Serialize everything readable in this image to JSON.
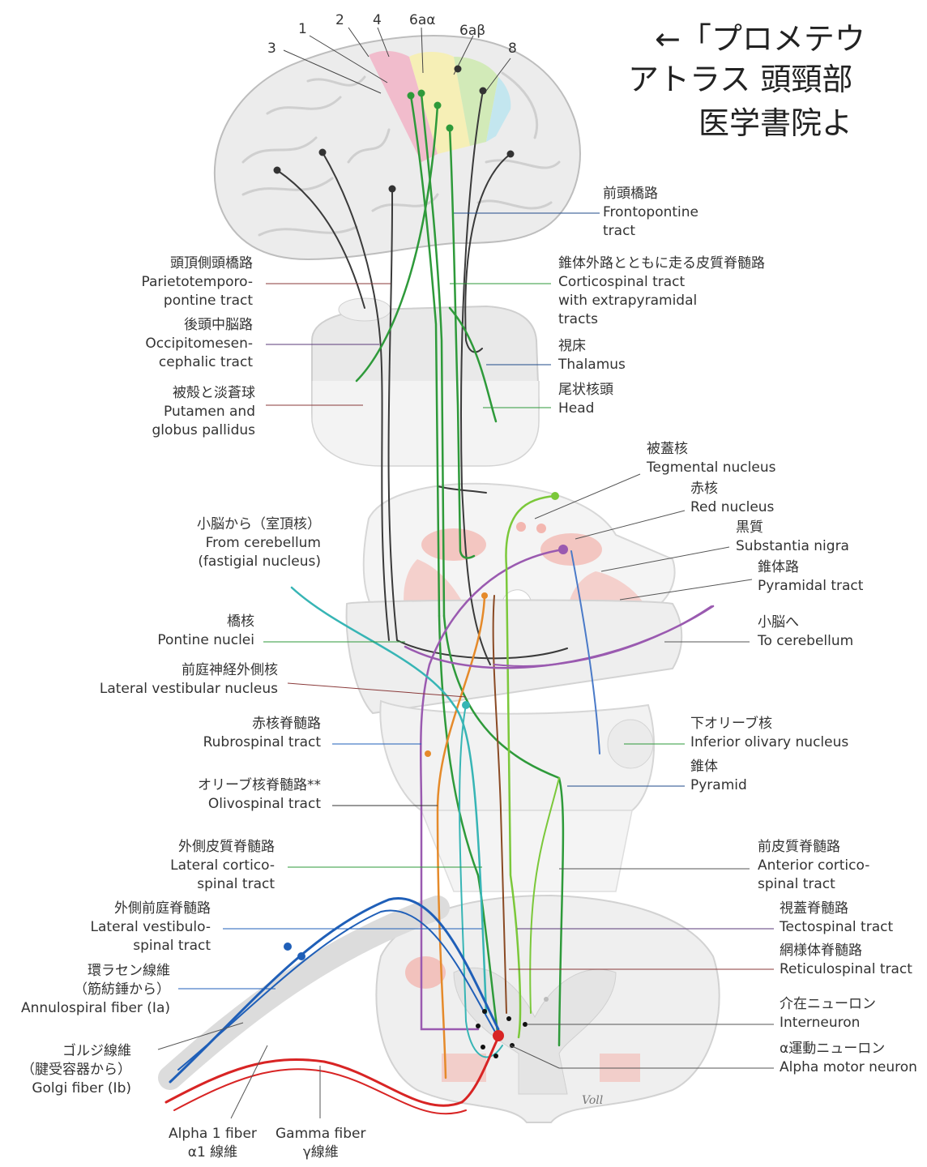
{
  "reference_note": [
    "←「プロメテウ",
    "アトラス 頭頸部",
    "医学書院よ"
  ],
  "area_numbers": [
    "1",
    "2",
    "4",
    "6aα",
    "6aβ",
    "8",
    "3"
  ],
  "labels_left": [
    {
      "id": "parietotemporo",
      "lines": [
        "頭頂側頭橋路",
        "Parietotemporo-",
        "pontine tract"
      ]
    },
    {
      "id": "occipitomesen",
      "lines": [
        "後頭中脳路",
        "Occipitomesen-",
        "cephalic tract"
      ]
    },
    {
      "id": "putamen",
      "lines": [
        "被殻と淡蒼球",
        "Putamen and",
        "globus pallidus"
      ]
    },
    {
      "id": "from-cerebellum",
      "lines": [
        "小脳から（室頂核）",
        "From cerebellum",
        "(fastigial nucleus)"
      ]
    },
    {
      "id": "pontine-nuclei",
      "lines": [
        "橋核",
        "Pontine nuclei"
      ]
    },
    {
      "id": "lateral-vestibular-nucleus",
      "lines": [
        "前庭神経外側核",
        "Lateral vestibular nucleus"
      ]
    },
    {
      "id": "rubrospinal",
      "lines": [
        "赤核脊髄路",
        "Rubrospinal tract"
      ]
    },
    {
      "id": "olivospinal",
      "lines": [
        "オリーブ核脊髄路**",
        "Olivospinal tract"
      ]
    },
    {
      "id": "lateral-corticospinal",
      "lines": [
        "外側皮質脊髄路",
        "Lateral cortico-",
        "spinal tract"
      ]
    },
    {
      "id": "lateral-vestibulospinal",
      "lines": [
        "外側前庭脊髄路",
        "Lateral vestibulo-",
        "spinal tract"
      ]
    },
    {
      "id": "annulospiral",
      "lines": [
        "環ラセン線維",
        "（筋紡錘から）",
        "Annulospiral fiber (Ia)"
      ]
    },
    {
      "id": "golgi",
      "lines": [
        "ゴルジ線維",
        "（腱受容器から）",
        "Golgi fiber (Ib)"
      ]
    }
  ],
  "labels_right": [
    {
      "id": "frontopontine",
      "lines": [
        "前頭橋路",
        "Frontopontine",
        "tract"
      ]
    },
    {
      "id": "corticospinal-extrapyramidal",
      "lines": [
        "錐体外路とともに走る皮質脊髄路",
        "Corticospinal tract",
        "with extrapyramidal",
        "tracts"
      ]
    },
    {
      "id": "thalamus",
      "lines": [
        "視床",
        "Thalamus"
      ]
    },
    {
      "id": "caudate-head",
      "lines": [
        "尾状核頭",
        "Head"
      ]
    },
    {
      "id": "tegmental",
      "lines": [
        "被蓋核",
        "Tegmental nucleus"
      ]
    },
    {
      "id": "red-nucleus",
      "lines": [
        "赤核",
        "Red nucleus"
      ]
    },
    {
      "id": "substantia-nigra",
      "lines": [
        "黒質",
        "Substantia nigra"
      ]
    },
    {
      "id": "pyramidal-tract",
      "lines": [
        "錐体路",
        "Pyramidal tract"
      ]
    },
    {
      "id": "to-cerebellum",
      "lines": [
        "小脳へ",
        "To cerebellum"
      ]
    },
    {
      "id": "inferior-olivary",
      "lines": [
        "下オリーブ核",
        "Inferior olivary nucleus"
      ]
    },
    {
      "id": "pyramid",
      "lines": [
        "錐体",
        "Pyramid"
      ]
    },
    {
      "id": "anterior-corticospinal",
      "lines": [
        "前皮質脊髄路",
        "Anterior cortico-",
        "spinal tract"
      ]
    },
    {
      "id": "tectospinal",
      "lines": [
        "視蓋脊髄路",
        "Tectospinal tract"
      ]
    },
    {
      "id": "reticulospinal",
      "lines": [
        "網様体脊髄路",
        "Reticulospinal tract"
      ]
    },
    {
      "id": "interneuron",
      "lines": [
        "介在ニューロン",
        "Interneuron"
      ]
    },
    {
      "id": "alpha-motor",
      "lines": [
        "α運動ニューロン",
        "Alpha motor neuron"
      ]
    }
  ],
  "labels_bottom": [
    {
      "id": "alpha1-fiber",
      "lines": [
        "Alpha 1 fiber",
        "α1 線維"
      ]
    },
    {
      "id": "gamma-fiber",
      "lines": [
        "Gamma fiber",
        "γ線維"
      ]
    }
  ],
  "signature": "Voll",
  "colors": {
    "corticospinal": "#2e9a3a",
    "cortex_dark": "#3a3a3a",
    "rubrospinal": "#e58a2a",
    "vestibulospinal": "#1f5fb8",
    "tectospinal": "#8a4a24",
    "reticulospinal": "#9a5ab0",
    "olivospinal": "#7bc83a",
    "cerebellar": "#37b5b5",
    "alpha": "#d82424",
    "nucleus_pink": "#f3b7b0"
  }
}
